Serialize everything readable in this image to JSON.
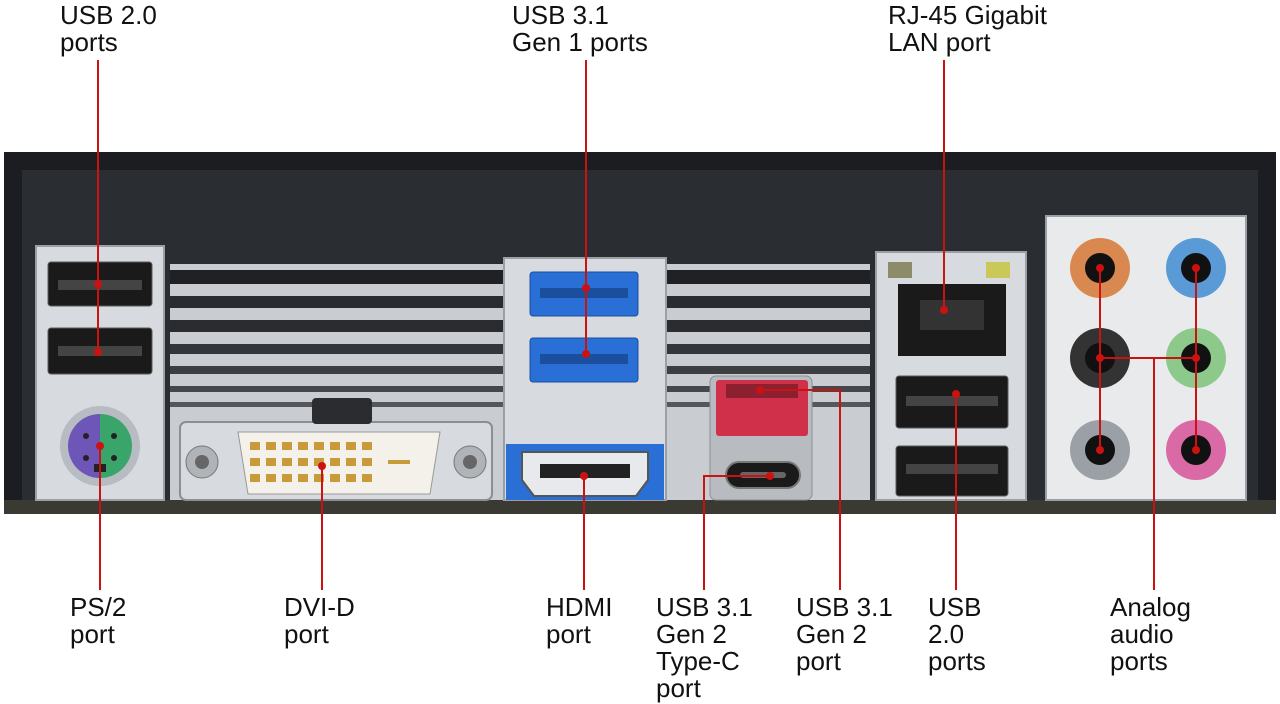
{
  "colors": {
    "callout_line": "#cc1111",
    "usb2_black": "#1a1a1a",
    "usb3_gen1_blue": "#2a6fd6",
    "usb31_gen2_red": "#d0304a",
    "ps2_keyboard_purple": "#6e55b8",
    "ps2_mouse_green": "#3aa56a",
    "audio_orange": "#d9884f",
    "audio_blue": "#5a9ad6",
    "audio_black": "#333333",
    "audio_green": "#8cc98a",
    "audio_gray": "#9aa0a6",
    "audio_pink": "#d96aa5",
    "io_shield_silver": "#d7dade",
    "chassis_black": "#1b1d20"
  },
  "labels": {
    "usb20_top": "USB 2.0\nports",
    "usb31_gen1": "USB 3.1\nGen 1 ports",
    "rj45": "RJ-45 Gigabit\nLAN port",
    "ps2": "PS/2\nport",
    "dvid": "DVI-D\nport",
    "hdmi": "HDMI\nport",
    "usb31_gen2_typec": "USB 3.1\nGen 2\nType-C\nport",
    "usb31_gen2": "USB 3.1\nGen 2\nport",
    "usb20_bottom": "USB\n2.0\nports",
    "audio": "Analog\naudio\nports"
  }
}
